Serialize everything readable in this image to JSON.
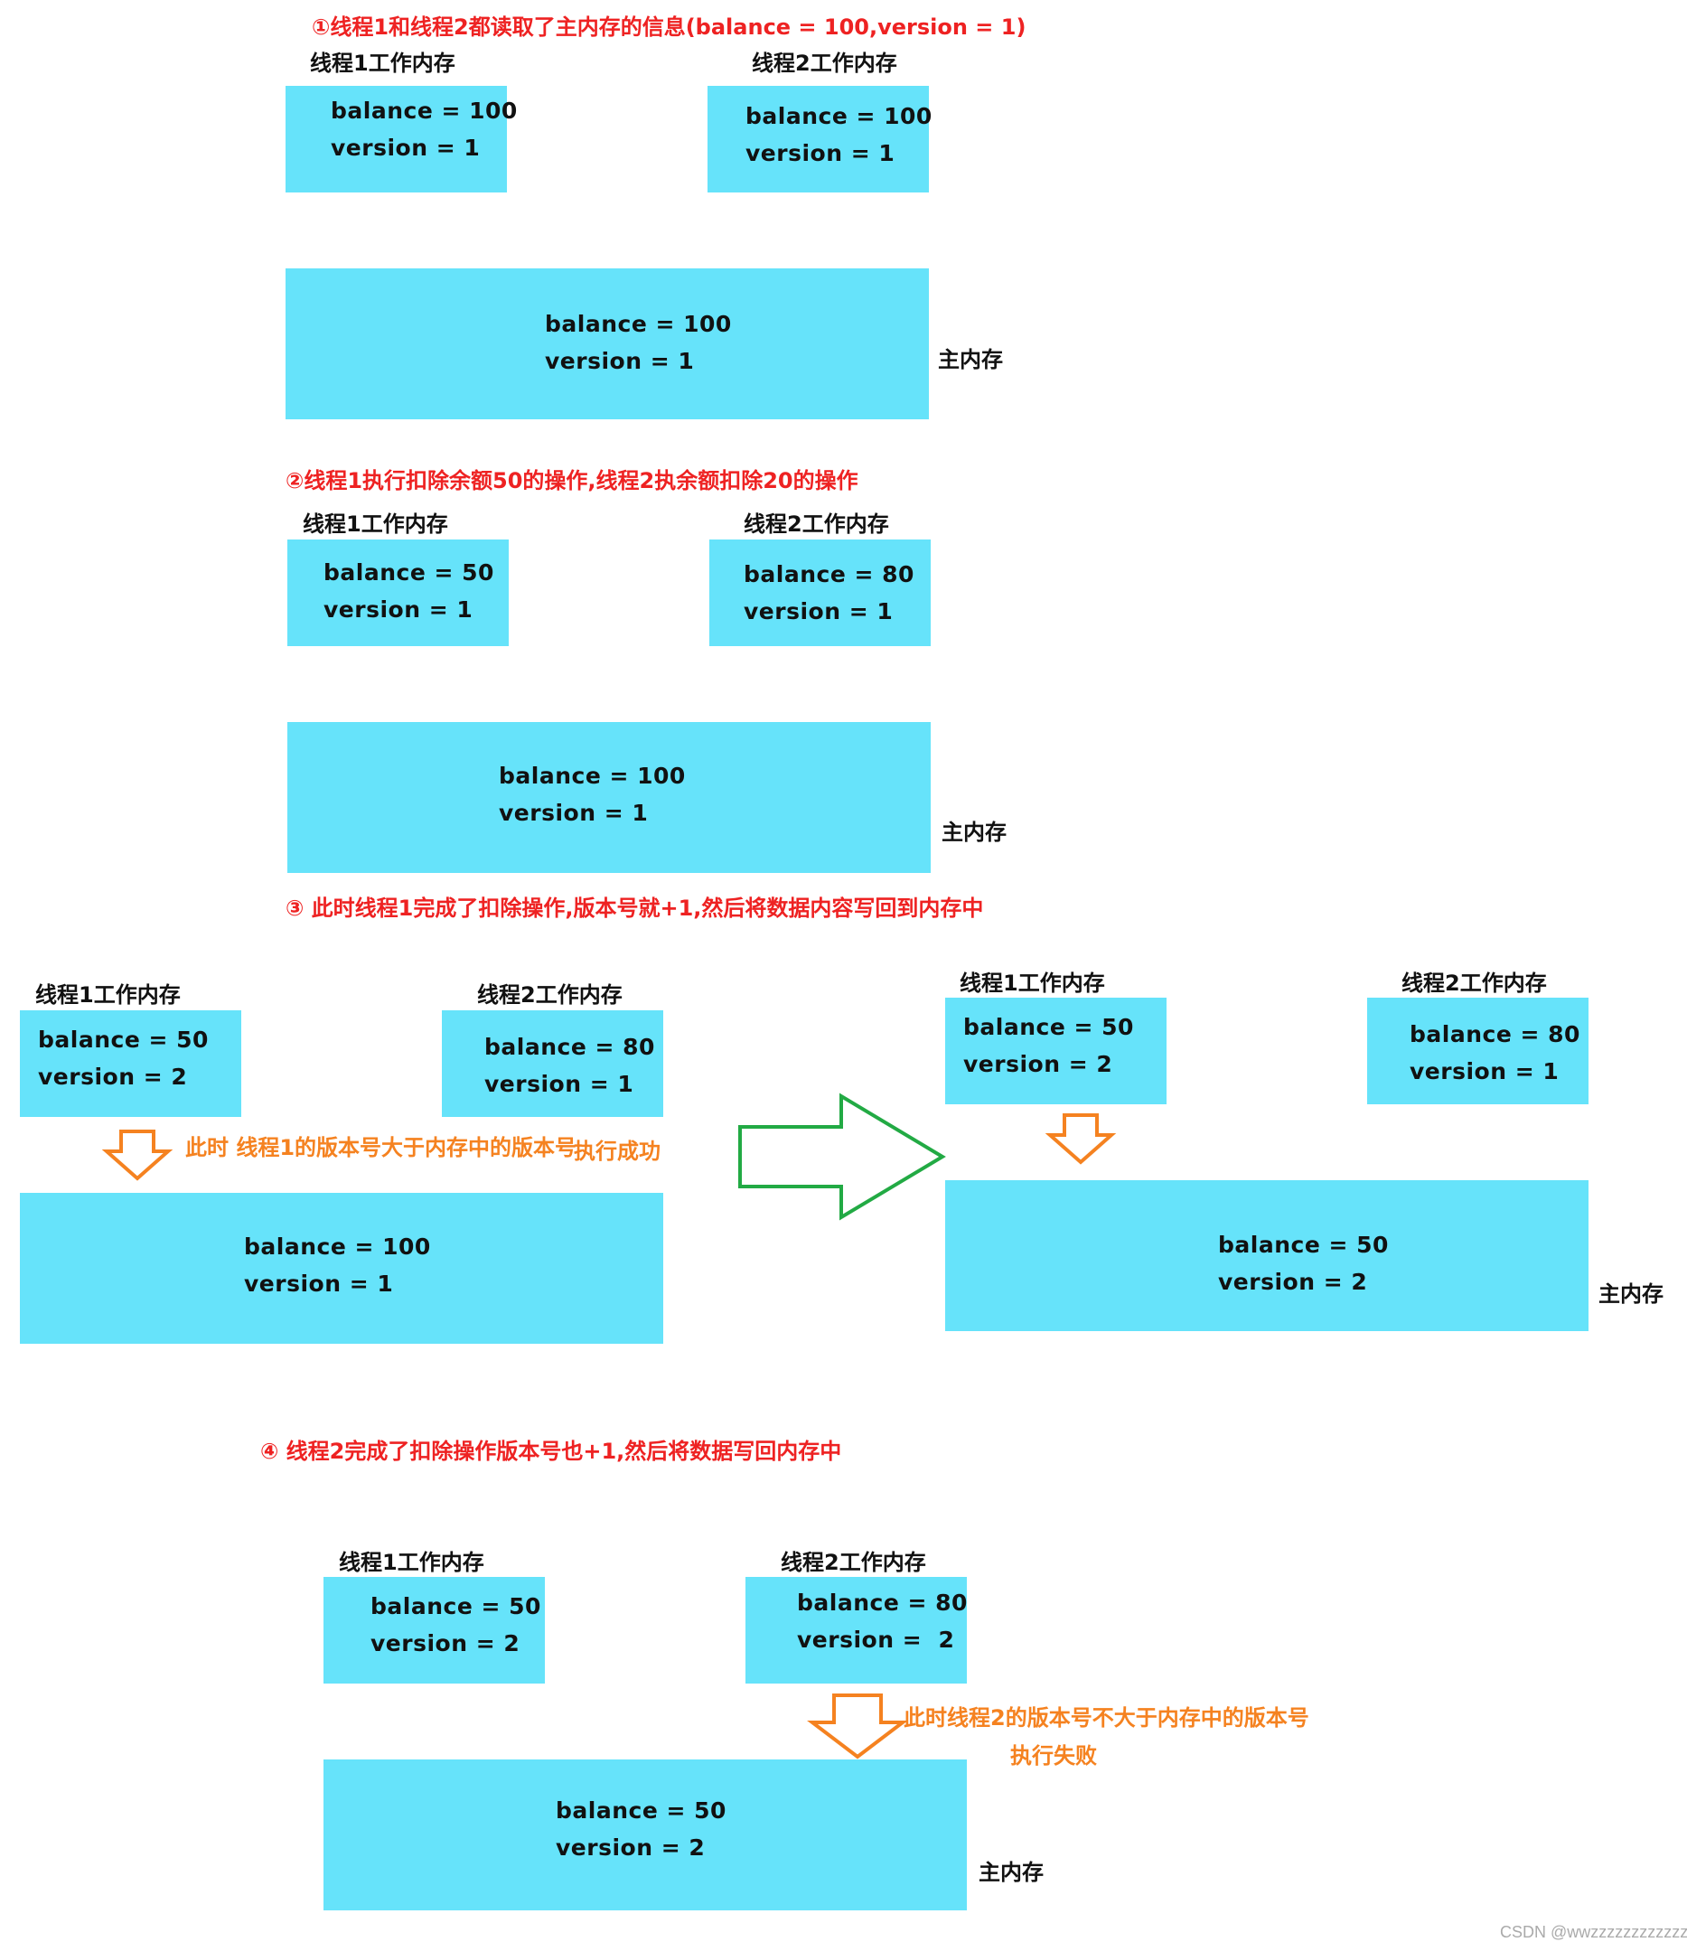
{
  "colors": {
    "box_fill": "#66e3fa",
    "step_text": "#ee2222",
    "note_text": "#f58220",
    "big_arrow": "#22aa44",
    "down_arrow": "#f58220"
  },
  "labels": {
    "t1": "线程1工作内存",
    "t2": "线程2工作内存",
    "main": "主内存"
  },
  "steps": {
    "s1": "①线程1和线程2都读取了主内存的信息(balance = 100,version = 1)",
    "s2": "②线程1执行扣除余额50的操作,线程2执余额扣除20的操作",
    "s3": "③ 此时线程1完成了扣除操作,版本号就+1,然后将数据内容写回到内存中",
    "s4": "④ 线程2完成了扣除操作版本号也+1,然后将数据写回内存中"
  },
  "notes": {
    "n1": "此时 线程1的版本号大于内存中的版本号",
    "n1b": "执行成功",
    "n2": "此时线程2的版本号不大于内存中的版本号",
    "n2b": "执行失败"
  },
  "values": {
    "b100": "balance = 100",
    "b50": "balance = 50",
    "b80": "balance = 80",
    "v1": "version = 1",
    "v2": "version = 2",
    "v2s": "version =  2"
  },
  "watermark": "CSDN @wwzzzzzzzzzzzzz"
}
